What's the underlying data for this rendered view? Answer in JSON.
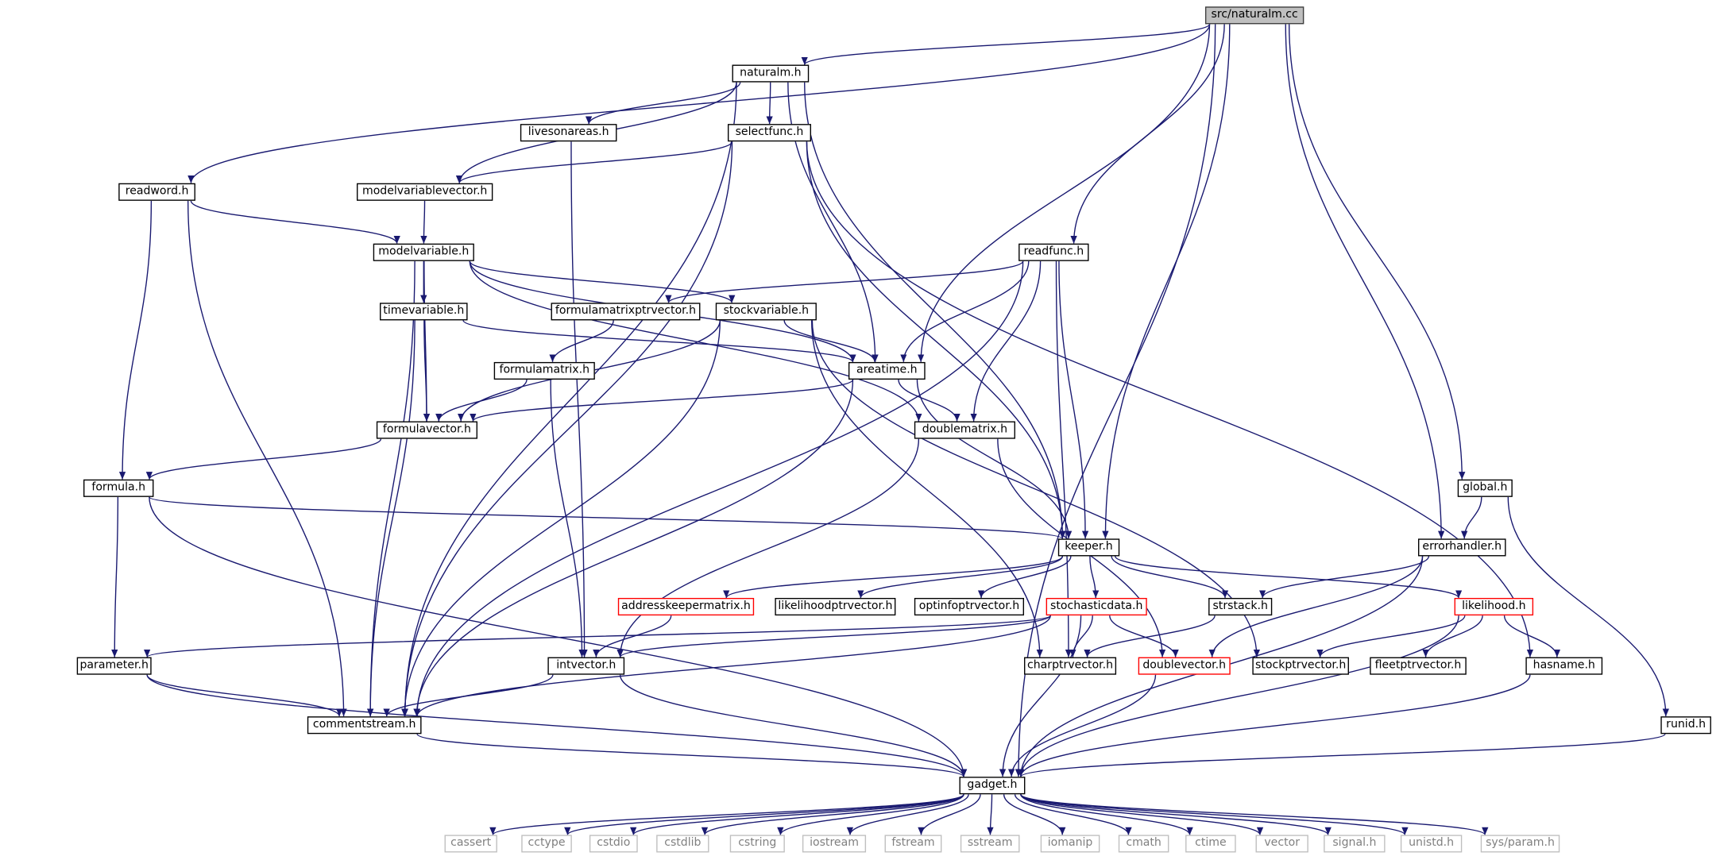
{
  "colors": {
    "edge": "#191970",
    "node_border": "#000000",
    "root_fill": "#bfbfbf",
    "truncated_border": "#ff0000",
    "system_header_border": "#bfbfbf",
    "system_header_text": "#808080"
  },
  "nodes": {
    "naturalm_cc": "src/naturalm.cc",
    "naturalm_h": "naturalm.h",
    "livesonareas_h": "livesonareas.h",
    "selectfunc_h": "selectfunc.h",
    "readword_h": "readword.h",
    "modelvariablevector_h": "modelvariablevector.h",
    "modelvariable_h": "modelvariable.h",
    "readfunc_h": "readfunc.h",
    "timevariable_h": "timevariable.h",
    "formulamatrixptrvector_h": "formulamatrixptrvector.h",
    "stockvariable_h": "stockvariable.h",
    "formulamatrix_h": "formulamatrix.h",
    "areatime_h": "areatime.h",
    "formulavector_h": "formulavector.h",
    "doublematrix_h": "doublematrix.h",
    "formula_h": "formula.h",
    "global_h": "global.h",
    "keeper_h": "keeper.h",
    "errorhandler_h": "errorhandler.h",
    "addresskeepermatrix_h": "addresskeepermatrix.h",
    "likelihoodptrvector_h": "likelihoodptrvector.h",
    "optinfoptrvector_h": "optinfoptrvector.h",
    "stochasticdata_h": "stochasticdata.h",
    "strstack_h": "strstack.h",
    "likelihood_h": "likelihood.h",
    "parameter_h": "parameter.h",
    "intvector_h": "intvector.h",
    "charptrvector_h": "charptrvector.h",
    "doublevector_h": "doublevector.h",
    "stockptrvector_h": "stockptrvector.h",
    "fleetptrvector_h": "fleetptrvector.h",
    "hasname_h": "hasname.h",
    "commentstream_h": "commentstream.h",
    "runid_h": "runid.h",
    "gadget_h": "gadget.h",
    "cassert": "cassert",
    "cctype": "cctype",
    "cstdio": "cstdio",
    "cstdlib": "cstdlib",
    "cstring": "cstring",
    "iostream": "iostream",
    "fstream": "fstream",
    "sstream": "sstream",
    "iomanip": "iomanip",
    "cmath": "cmath",
    "ctime": "ctime",
    "vector": "vector",
    "signal_h": "signal.h",
    "unistd_h": "unistd.h",
    "sys_param_h": "sys/param.h"
  }
}
